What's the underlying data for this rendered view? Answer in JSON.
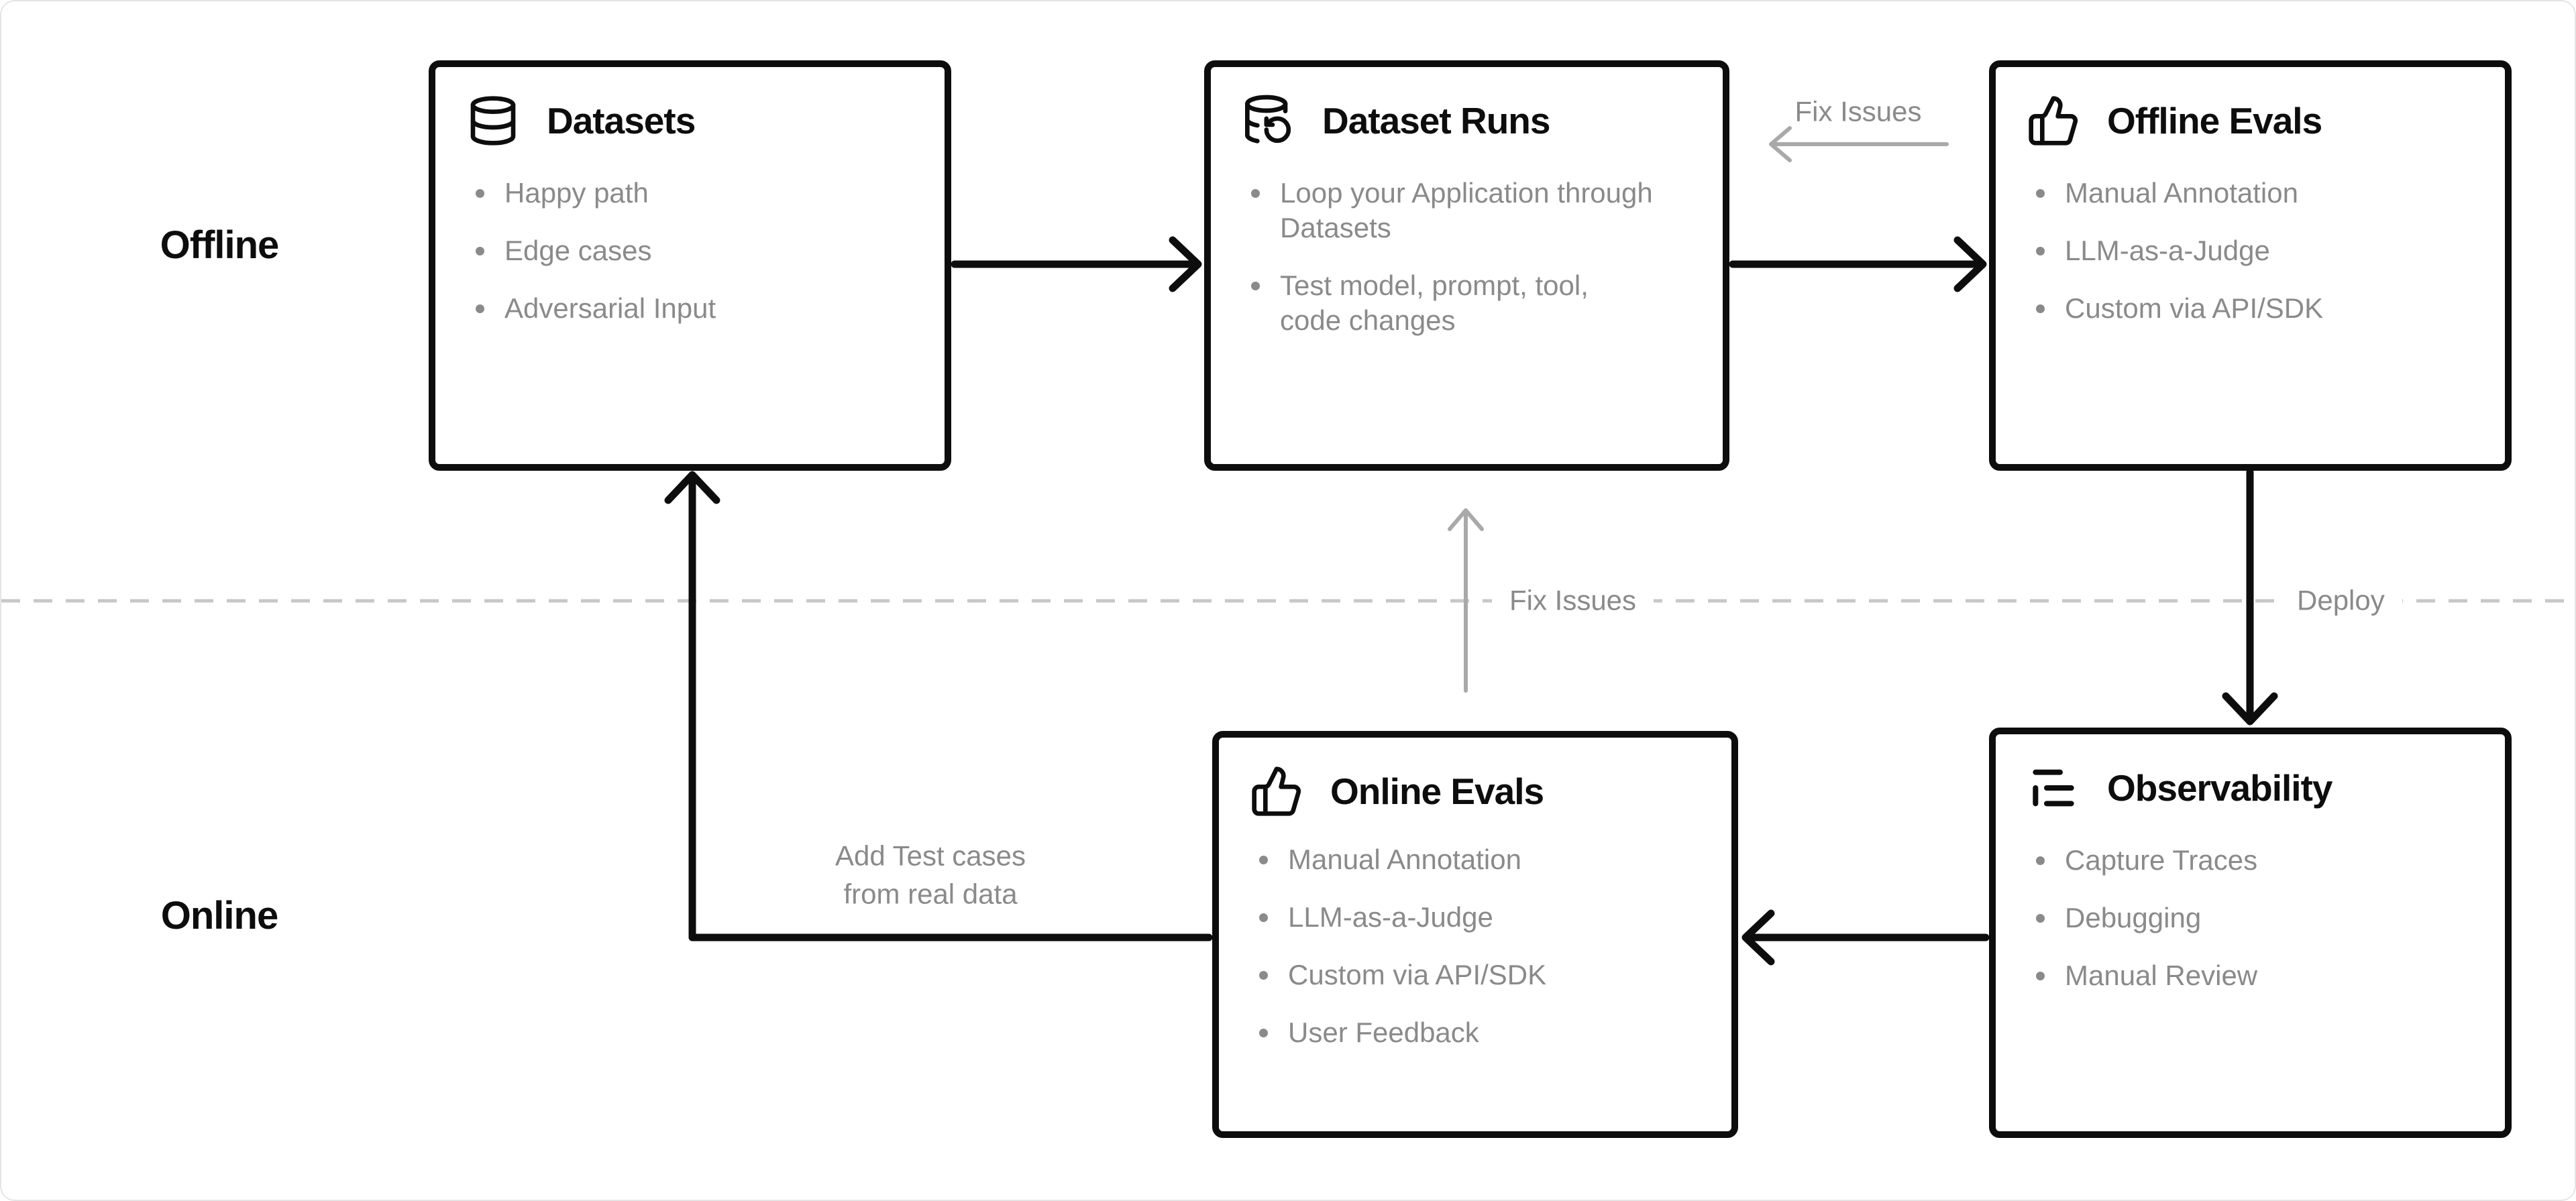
{
  "section_labels": {
    "offline": "Offline",
    "online": "Online"
  },
  "boxes": {
    "datasets": {
      "title": "Datasets",
      "icon": "database-icon",
      "bullets": [
        "Happy path",
        "Edge cases",
        "Adversarial Input"
      ]
    },
    "dataset_runs": {
      "title": "Dataset Runs",
      "icon": "database-rerun-icon",
      "bullets": [
        "Loop your Application through Datasets",
        "Test model, prompt, tool, code changes"
      ]
    },
    "offline_evals": {
      "title": "Offline Evals",
      "icon": "thumbs-up-icon",
      "bullets": [
        "Manual Annotation",
        "LLM-as-a-Judge",
        "Custom via API/SDK"
      ]
    },
    "online_evals": {
      "title": "Online Evals",
      "icon": "thumbs-up-icon",
      "bullets": [
        "Manual Annotation",
        "LLM-as-a-Judge",
        "Custom via API/SDK",
        "User Feedback"
      ]
    },
    "observability": {
      "title": "Observability",
      "icon": "logs-icon",
      "bullets": [
        "Capture Traces",
        "Debugging",
        "Manual Review"
      ]
    }
  },
  "edge_labels": {
    "fix_issues_top": "Fix Issues",
    "fix_issues_middle": "Fix Issues",
    "deploy": "Deploy",
    "add_test_cases": "Add Test cases\nfrom real data"
  },
  "colors": {
    "ink": "#0d0d0d",
    "muted": "#8a8a8a",
    "arrow_gray": "#a9a9a9",
    "dash_gray": "#c7c7c7",
    "canvas_border": "#e5e5e5"
  }
}
